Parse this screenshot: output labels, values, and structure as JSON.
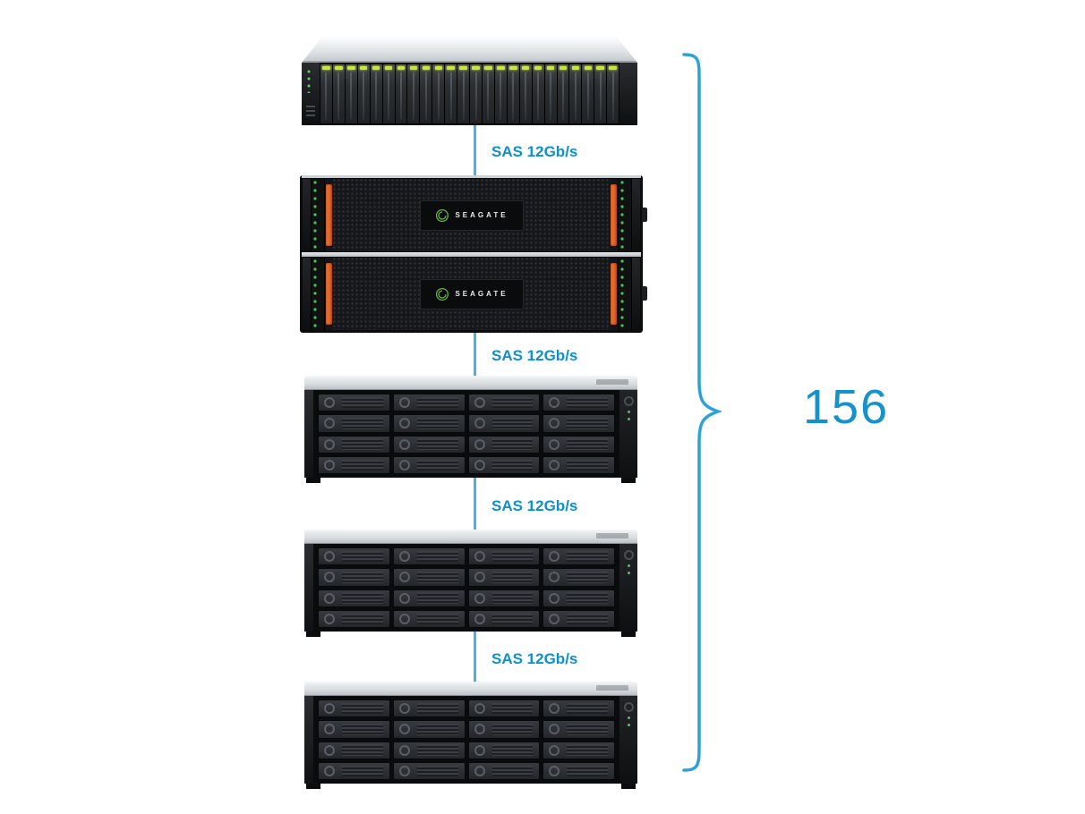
{
  "diagram": {
    "total_drives": "156",
    "sas_links": [
      {
        "label": "SAS 12Gb/s"
      },
      {
        "label": "SAS 12Gb/s"
      },
      {
        "label": "SAS 12Gb/s"
      },
      {
        "label": "SAS 12Gb/s"
      }
    ],
    "units": [
      {
        "id": "head-unit-24bay",
        "bays": 24
      },
      {
        "id": "seagate-enclosure",
        "brand": "SEAGATE",
        "modules": 2
      },
      {
        "id": "expansion-16bay-1",
        "bays": 16
      },
      {
        "id": "expansion-16bay-2",
        "bays": 16
      },
      {
        "id": "expansion-16bay-3",
        "bays": 16
      }
    ],
    "colors": {
      "accent_blue": "#1591cb",
      "connector_blue": "#45b3e6",
      "led_green": "#c9e63f",
      "status_green": "#52c65d",
      "handle_orange": "#e2622b",
      "seagate_green": "#69b345"
    }
  }
}
